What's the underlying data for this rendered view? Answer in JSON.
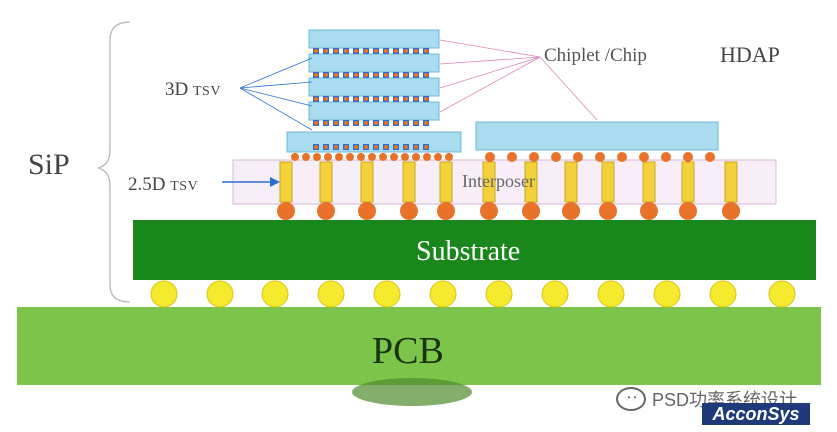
{
  "labels": {
    "chiplet": "Chiplet /Chip",
    "hdap": "HDAP",
    "tsv3d_main": "3D",
    "tsv3d_suffix": "TSV",
    "sip": "SiP",
    "tsv25d_main": "2.5D",
    "tsv25d_suffix": "TSV",
    "interposer": "Interposer",
    "substrate": "Substrate",
    "pcb": "PCB"
  },
  "watermark": {
    "icon": "wechat-icon",
    "text": "PSD功率系统设计",
    "logo": "AcconSys"
  },
  "colors": {
    "chip": "#a9dcef",
    "tsv_pillar": "#f2d13a",
    "solder_ball": "#e8722a",
    "interposer": "#f8eef8",
    "substrate": "#19871c",
    "bga_ball": "#f5ea2e",
    "pcb": "#7cc44a",
    "accent_arrow": "#2b6fd0"
  }
}
